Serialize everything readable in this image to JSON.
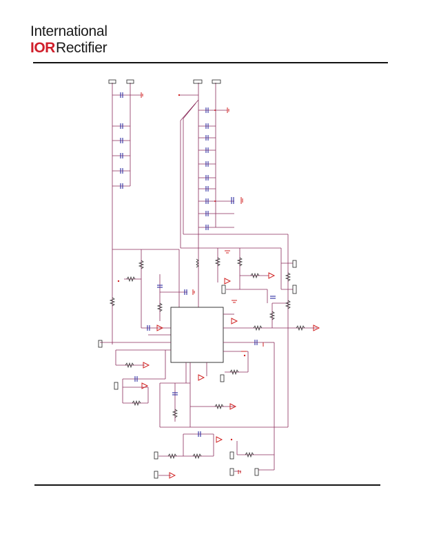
{
  "header": {
    "company_line1": "International",
    "logo_mark": "IOR",
    "company_line2": "Rectifier"
  },
  "colors": {
    "wire": "#8a2a5a",
    "component": "#2a2aa0",
    "ground": "#d02020",
    "rule": "#111111"
  },
  "figure": {
    "kind": "circuit-schematic",
    "icon": "schematic-diagram"
  }
}
